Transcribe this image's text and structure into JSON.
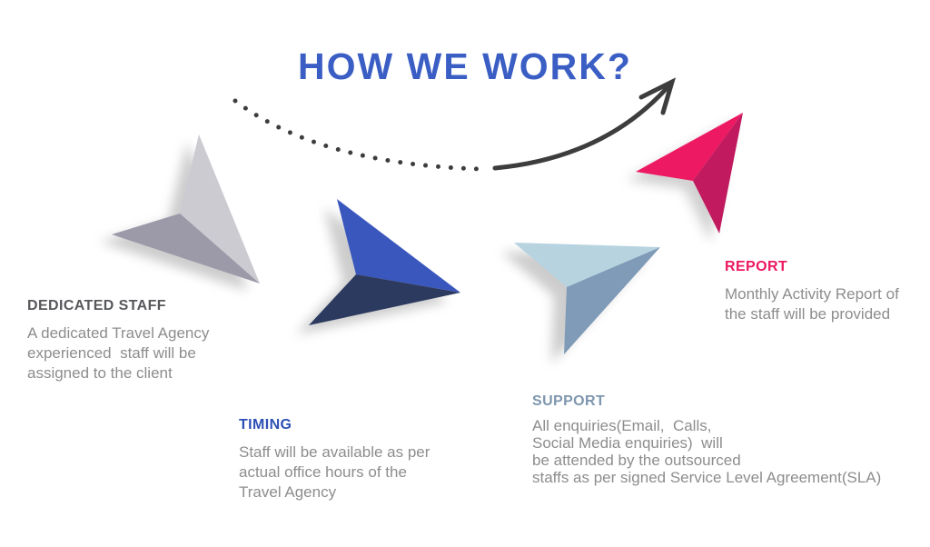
{
  "title": {
    "text": "HOW WE WORK?",
    "color": "#3B5EC5"
  },
  "flow_arrow": {
    "name": "dotted-curve-into-solid-arrow",
    "color": "#3D3D3D"
  },
  "body_text_color": "#8D8D8F",
  "steps": [
    {
      "id": "dedicated-staff",
      "label": "DEDICATED STAFF",
      "label_color": "#57585C",
      "body": "A dedicated Travel Agency\nexperienced  staff will be\nassigned to the client",
      "plane": {
        "name": "paper-plane-gray",
        "light": "#CBCBD1",
        "dark": "#9C99A8"
      }
    },
    {
      "id": "timing",
      "label": "TIMING",
      "label_color": "#2E4FB5",
      "body": "Staff will be available as per\nactual office hours of the\nTravel Agency",
      "plane": {
        "name": "paper-plane-blue",
        "light": "#3A57BE",
        "dark": "#2C3A5F"
      }
    },
    {
      "id": "support",
      "label": "SUPPORT",
      "label_color": "#7E96AE",
      "body": "All enquiries(Email,  Calls,\nSocial Media enquiries)  will\nbe attended by the outsourced\nstaffs as per signed Service Level Agreement(SLA)",
      "plane": {
        "name": "paper-plane-lightblue",
        "light": "#B7D3E0",
        "dark": "#7F9BB8"
      }
    },
    {
      "id": "report",
      "label": "REPORT",
      "label_color": "#ED1862",
      "body": "Monthly Activity Report of\nthe staff will be provided",
      "plane": {
        "name": "paper-plane-pink",
        "light": "#ED1A63",
        "dark": "#C11A5E"
      }
    }
  ]
}
